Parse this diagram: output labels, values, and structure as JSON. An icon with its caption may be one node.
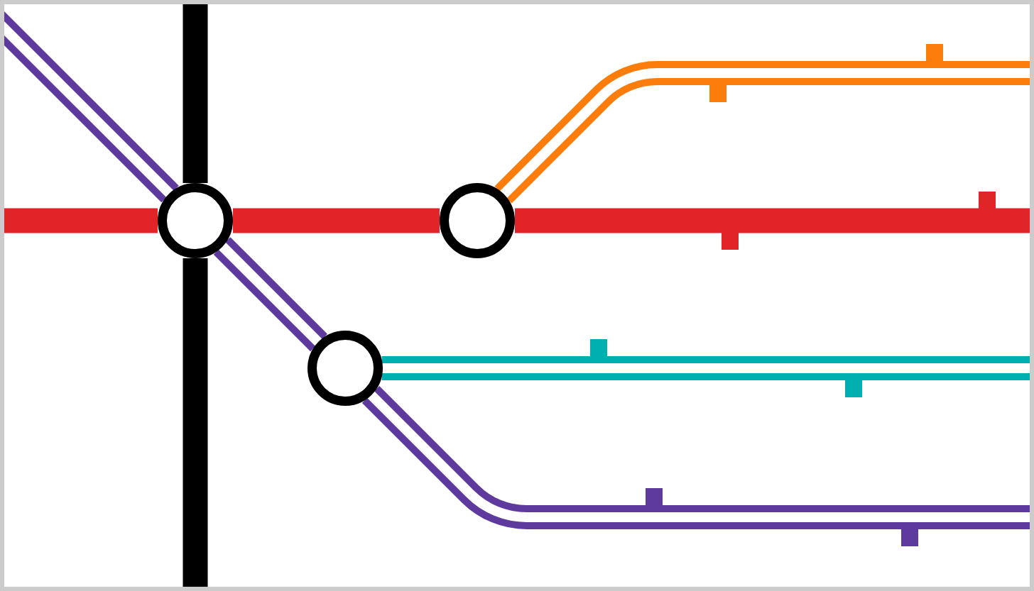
{
  "diagram": {
    "nodes": [
      {
        "text": [],
        "shape": "circle"
      },
      {
        "text": [],
        "shape": "circle"
      },
      {
        "text": [],
        "shape": "circle"
      }
    ],
    "edges": [
      {
        "from": null,
        "to": 0,
        "arrow": "none",
        "style": "thick",
        "color": "#000000"
      },
      {
        "from": 0,
        "to": null,
        "arrow": "none",
        "style": "thick",
        "color": "#000000"
      },
      {
        "from": null,
        "to": 0,
        "arrow": "none",
        "style": "thick",
        "color": "#e02428"
      },
      {
        "from": 0,
        "to": 1,
        "arrow": "none",
        "style": "thick",
        "color": "#e02428"
      },
      {
        "from": 1,
        "to": null,
        "arrow": "none",
        "style": "thick",
        "color": "#e02428"
      },
      {
        "from": null,
        "to": 0,
        "arrow": "none"
      },
      {
        "from": null,
        "to": 0,
        "arrow": "none"
      },
      {
        "from": 0,
        "to": 2,
        "arrow": "none"
      },
      {
        "from": 0,
        "to": 2,
        "arrow": "none"
      },
      {
        "from": 2,
        "to": null,
        "arrow": "none"
      },
      {
        "from": 2,
        "to": null,
        "arrow": "none"
      },
      {
        "from": 1,
        "to": null,
        "arrow": "none",
        "color": "#fc7c0c"
      },
      {
        "from": 1,
        "to": null,
        "arrow": "none",
        "color": "#fc7c0c"
      },
      {
        "from": 2,
        "to": null,
        "arrow": "none",
        "color": "#00b0b0"
      },
      {
        "from": 2,
        "to": null,
        "arrow": "none",
        "color": "#00b0b0"
      }
    ]
  }
}
